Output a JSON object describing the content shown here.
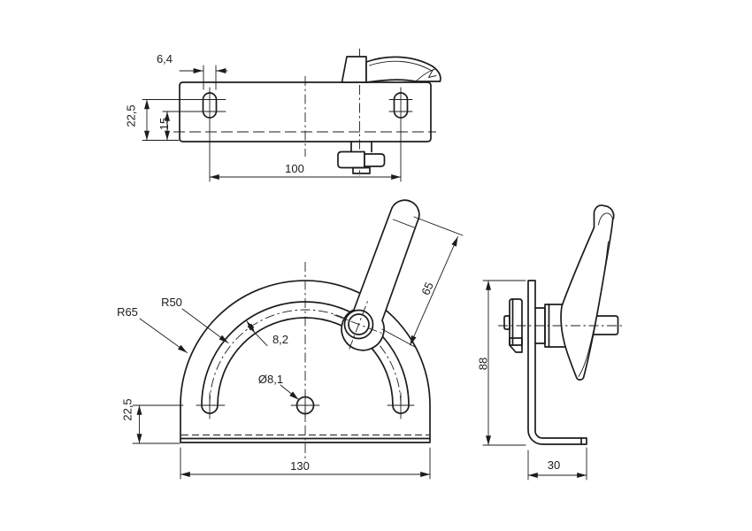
{
  "meta": {
    "background": "#ffffff",
    "line_color": "#1c1c1c",
    "kind": "three-view technical drawing of a clamping bracket with adjustable lever"
  },
  "views": {
    "top": {
      "dims": {
        "slot_width": "6,4",
        "edge_to_slot_upper_center": "22,5",
        "edge_to_slot_lower_center": "15",
        "slot_spacing": "100"
      }
    },
    "front": {
      "dims": {
        "slot_radius": "R50",
        "outer_radius": "R65",
        "arc_slot_width": "8,2",
        "center_hole": "Ø8,1",
        "lever_length": "65",
        "base_height": "22,5",
        "overall_width": "130"
      }
    },
    "side": {
      "dims": {
        "overall_height": "88",
        "flange_depth": "30"
      }
    }
  }
}
